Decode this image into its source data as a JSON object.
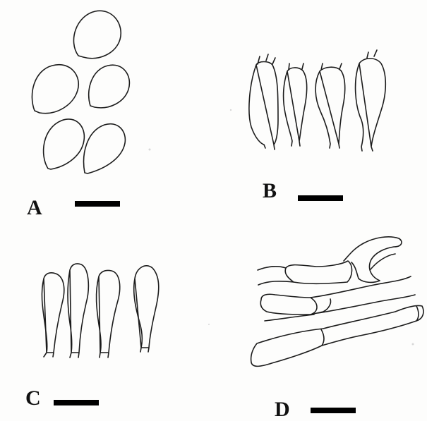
{
  "figure": {
    "background": "#fdfdfc",
    "line_color": "#1c1c1c",
    "panels": [
      {
        "label": "A",
        "content": "spores",
        "count": 5
      },
      {
        "label": "B",
        "content": "basidia",
        "count": 4
      },
      {
        "label": "C",
        "content": "cystidia",
        "count": 4
      },
      {
        "label": "D",
        "content": "hyphae"
      }
    ]
  }
}
